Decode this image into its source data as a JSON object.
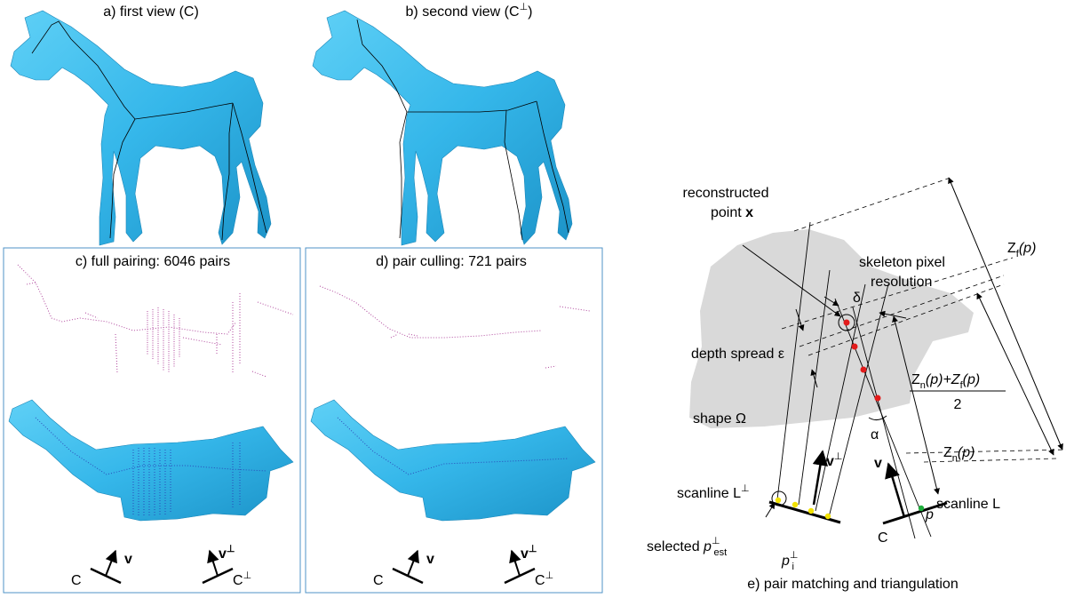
{
  "panels": {
    "a": {
      "caption": "a) first view (C)"
    },
    "b": {
      "caption": "b) second view (C",
      "sup": "⊥",
      "caption_end": ")"
    },
    "c": {
      "caption": "c) full pairing: 6046 pairs"
    },
    "d": {
      "caption": "d) pair culling: 721 pairs"
    },
    "e": {
      "caption": "e) pair matching and triangulation"
    }
  },
  "axes_glyph": {
    "v": "v",
    "v_perp": "v",
    "perp": "⊥",
    "c": "C",
    "c_perp": "C"
  },
  "diagram": {
    "reconstructed_1": "reconstructed",
    "reconstructed_2": "point ",
    "reconstructed_x": "x",
    "skeleton_1": "skeleton pixel",
    "skeleton_2": "resolution",
    "delta": "δ",
    "depth_spread": "depth spread ε",
    "shape": "shape Ω",
    "alpha": "α",
    "zf_main": "Z",
    "zf_sub": "f",
    "zf_arg": "(p)",
    "zn_main": "Z",
    "zn_sub": "n",
    "zn_arg": "(p)",
    "mid_num_a": "Z",
    "mid_num_a_sub": "n",
    "mid_num_b": "(p)+Z",
    "mid_num_b_sub": "f",
    "mid_num_c": "(p)",
    "mid_den": "2",
    "v": "v",
    "v_perp": "v",
    "perp": "⊥",
    "scanline_perp": "scanline L",
    "scanline_l": "scanline L",
    "p": "p",
    "c": "C",
    "selected": "selected ",
    "p_est": "p",
    "est": "est",
    "p_i": "p",
    "i": "i"
  },
  "colors": {
    "mesh": "#35b7ea",
    "mesh_dark": "#1d8fc2",
    "shape": "#d9d9d9",
    "frame": "#4f93c7",
    "pairs": "#b0479d",
    "points": "#e21b1b",
    "yellow": "#f2e200",
    "green": "#1fae3c"
  }
}
